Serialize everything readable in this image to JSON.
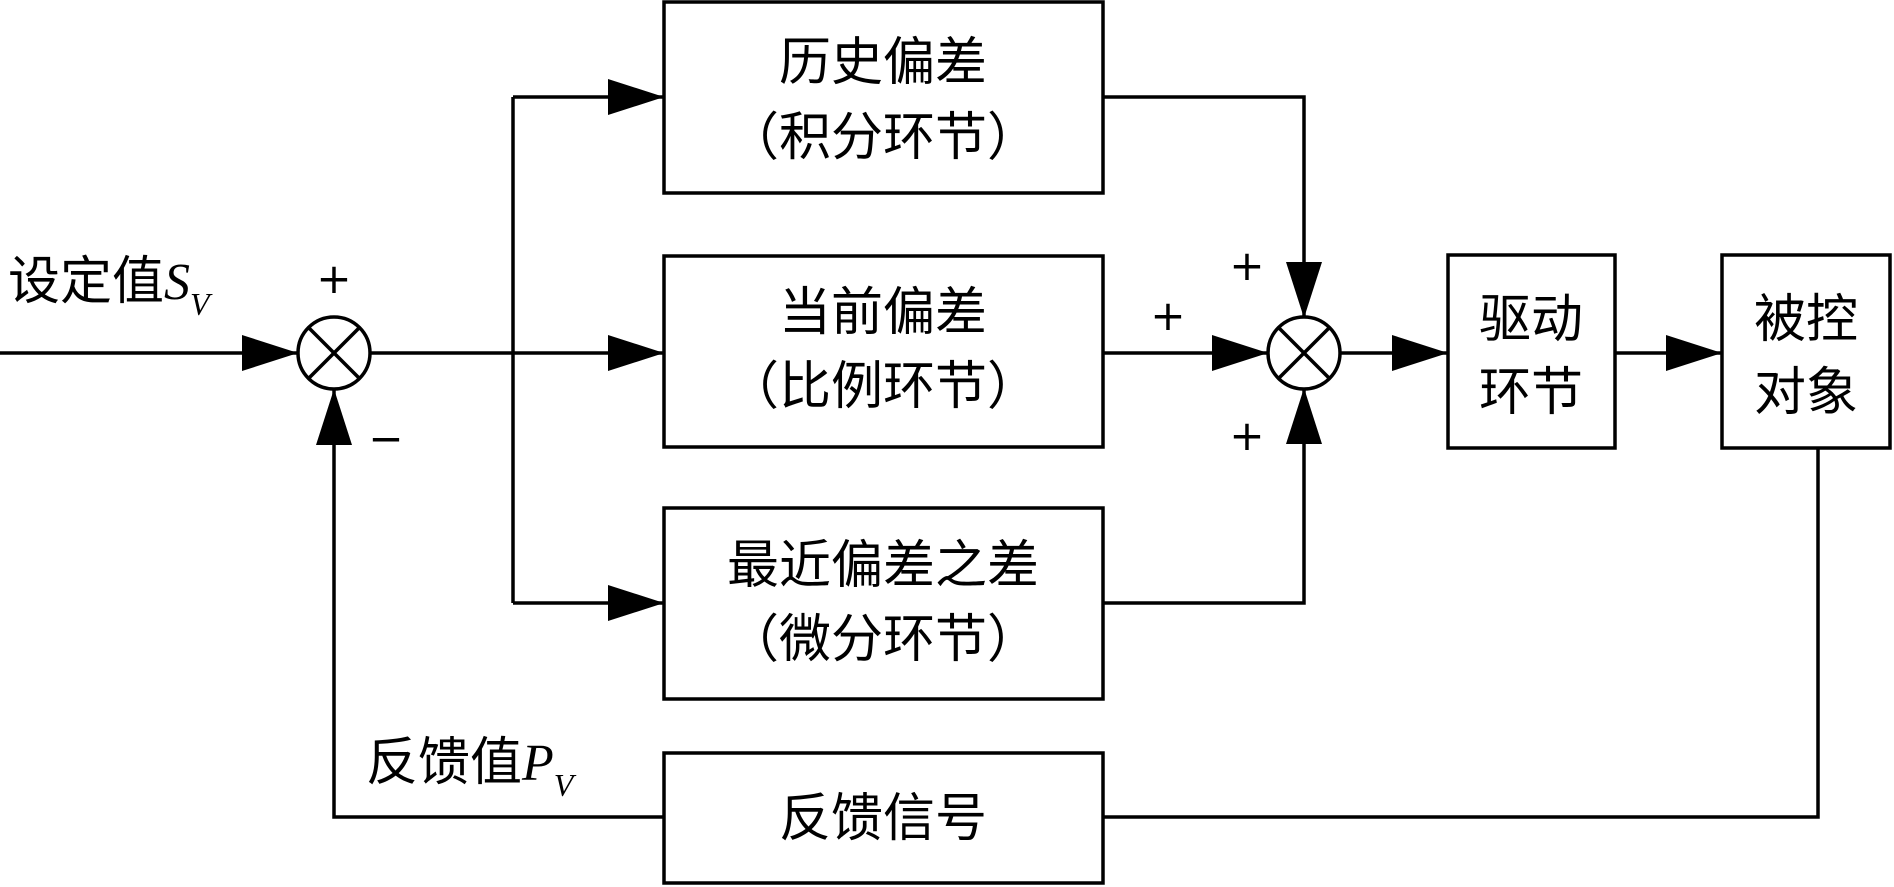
{
  "blocks": {
    "integral": {
      "line1": "历史偏差",
      "line2": "（积分环节）"
    },
    "proportional": {
      "line1": "当前偏差",
      "line2": "（比例环节）"
    },
    "derivative": {
      "line1": "最近偏差之差",
      "line2": "（微分环节）"
    },
    "drive": {
      "line1": "驱动",
      "line2": "环节"
    },
    "plant": {
      "line1": "被控",
      "line2": "对象"
    },
    "feedback": {
      "label": "反馈信号"
    }
  },
  "inputs": {
    "setpoint": {
      "label": "设定值",
      "symbol": "S",
      "subscript": "V"
    },
    "feedback_value": {
      "label": "反馈值",
      "symbol": "P",
      "subscript": "V"
    }
  },
  "signs": {
    "sum1_plus": "+",
    "sum1_minus": "−",
    "sum2_top": "+",
    "sum2_left": "+",
    "sum2_bottom": "+"
  }
}
